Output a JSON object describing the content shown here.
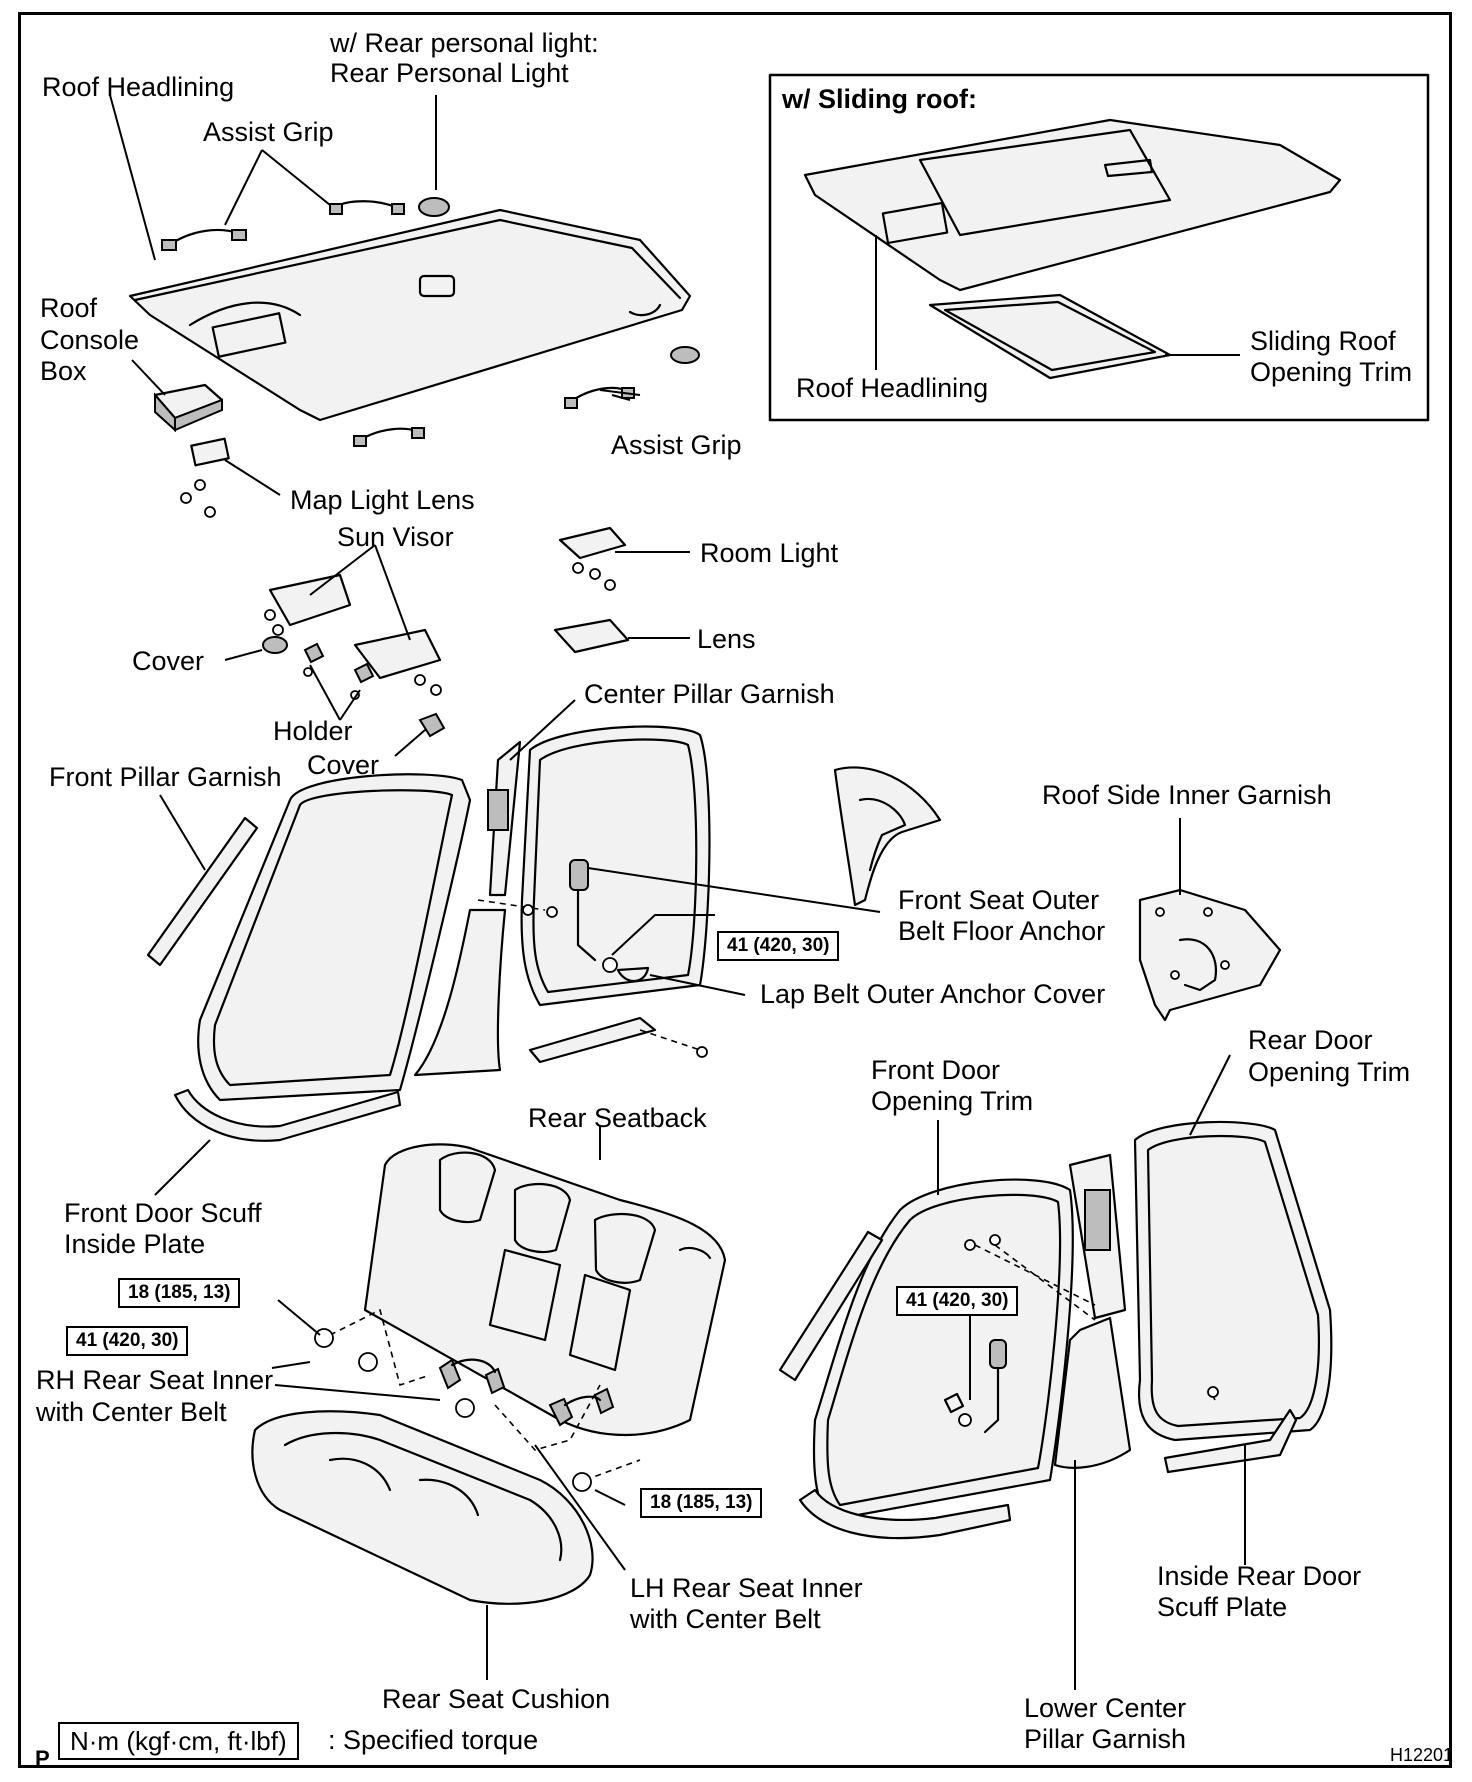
{
  "labels": {
    "rear_personal_light_cond": "w/ Rear personal light:",
    "rear_personal_light": "Rear Personal Light",
    "roof_headlining": "Roof Headlining",
    "assist_grip_top": "Assist Grip",
    "roof_console_box_1": "Roof",
    "roof_console_box_2": "Console",
    "roof_console_box_3": "Box",
    "assist_grip_right": "Assist Grip",
    "map_light_lens": "Map Light Lens",
    "sun_visor": "Sun Visor",
    "room_light": "Room Light",
    "lens": "Lens",
    "cover_1": "Cover",
    "holder": "Holder",
    "cover_2": "Cover",
    "center_pillar_garnish": "Center Pillar Garnish",
    "front_pillar_garnish": "Front Pillar Garnish",
    "roof_side_inner_garnish": "Roof Side Inner Garnish",
    "front_seat_outer_1": "Front Seat Outer",
    "front_seat_outer_2": "Belt Floor Anchor",
    "lap_belt_cover": "Lap Belt Outer Anchor Cover",
    "rear_door_opening_trim_1": "Rear Door",
    "rear_door_opening_trim_2": "Opening Trim",
    "front_door_opening_trim_1": "Front Door",
    "front_door_opening_trim_2": "Opening Trim",
    "rear_seatback": "Rear Seatback",
    "front_door_scuff_1": "Front Door Scuff",
    "front_door_scuff_2": "Inside Plate",
    "rh_rear_seat_1": "RH Rear Seat Inner",
    "rh_rear_seat_2": "with Center Belt",
    "lh_rear_seat_1": "LH Rear Seat Inner",
    "lh_rear_seat_2": "with Center Belt",
    "rear_seat_cushion": "Rear Seat Cushion",
    "inside_rear_scuff_1": "Inside Rear Door",
    "inside_rear_scuff_2": "Scuff Plate",
    "lower_center_pillar_1": "Lower Center",
    "lower_center_pillar_2": "Pillar Garnish"
  },
  "inset": {
    "title": "w/ Sliding roof:",
    "roof_headlining": "Roof Headlining",
    "sliding_roof_trim_1": "Sliding Roof",
    "sliding_roof_trim_2": "Opening Trim"
  },
  "torques": {
    "belt_anchor": "41 (420, 30)",
    "seatback_upper": "18 (185, 13)",
    "rh_seat_inner": "41 (420, 30)",
    "seatback_lower": "18 (185, 13)",
    "rear_belt": "41 (420, 30)"
  },
  "legend": {
    "unit": "N·m (kgf·cm, ft·lbf)",
    "text": ": Specified torque",
    "page_marker": "P",
    "figure_id": "H12201"
  }
}
